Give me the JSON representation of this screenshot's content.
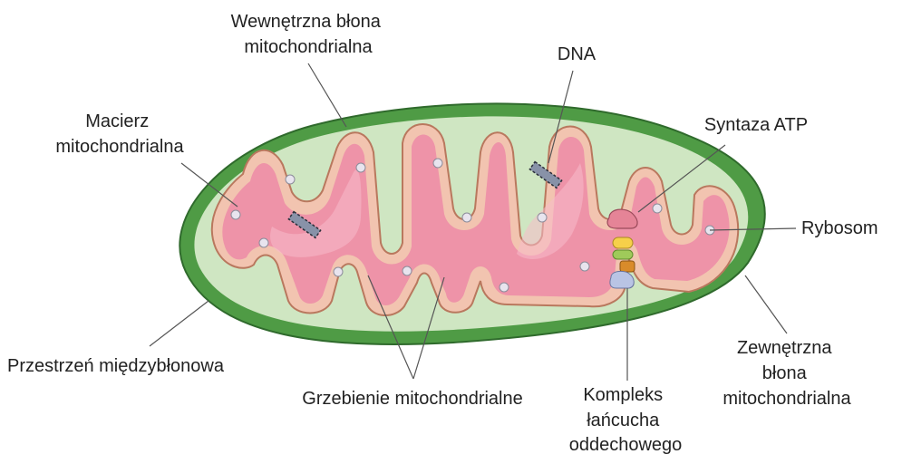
{
  "colors": {
    "outer_membrane": "#4f9b45",
    "outer_membrane_edge": "#2f6a2c",
    "intermembrane_space": "#cfe6c2",
    "inner_membrane": "#f2c4b0",
    "inner_membrane_edge": "#b9785e",
    "matrix": "#ee93a8",
    "matrix_light": "#f7bccb",
    "leader": "#555555",
    "label_text": "#222222"
  },
  "labels": {
    "inner_membrane": [
      "Wewnętrzna błona",
      "mitochondrialna"
    ],
    "dna": [
      "DNA"
    ],
    "matrix": [
      "Macierz",
      "mitochondrialna"
    ],
    "atp_synthase": [
      "Syntaza ATP"
    ],
    "ribosome": [
      "Rybosom"
    ],
    "intermembrane_space": [
      "Przestrzeń międzybłonowa"
    ],
    "outer_membrane": [
      "Zewnętrzna",
      "błona",
      "mitochondrialna"
    ],
    "cristae": [
      "Grzebienie mitochondrialne"
    ],
    "respiratory_complex": [
      "Kompleks",
      "łańcucha",
      "oddechowego"
    ]
  }
}
